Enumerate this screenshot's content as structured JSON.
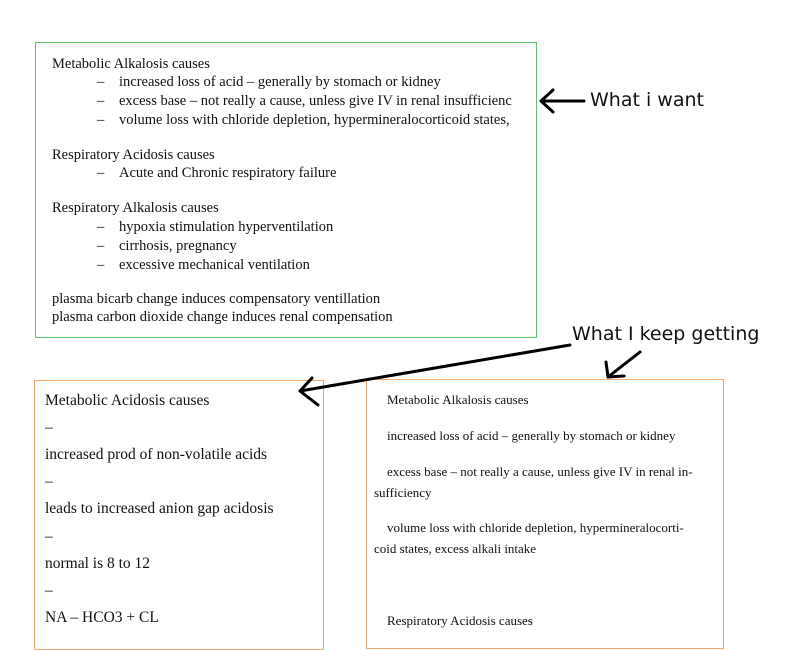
{
  "annotations": {
    "want": "What i want",
    "getting": "What I keep getting"
  },
  "desired": {
    "sections": [
      {
        "heading": "Metabolic Alkalosis causes",
        "items": [
          "increased loss of acid – generally by stomach or kidney",
          "excess base – not really a cause, unless give IV in renal insufficienc",
          "volume loss with chloride depletion, hypermineralocorticoid states,"
        ]
      },
      {
        "heading": "Respiratory Acidosis causes",
        "items": [
          "Acute and Chronic respiratory failure"
        ]
      },
      {
        "heading": "Respiratory Alkalosis causes",
        "items": [
          "hypoxia stimulation hyperventilation",
          "cirrhosis, pregnancy",
          "excessive mechanical ventilation"
        ]
      }
    ],
    "notes": [
      "plasma bicarb change induces compensatory ventillation",
      "plasma carbon dioxide change induces renal compensation"
    ],
    "bullet": "–"
  },
  "result_left": {
    "lines": [
      "Metabolic Acidosis causes",
      "–",
      "increased prod of non-volatile acids",
      "–",
      "leads to increased anion gap acidosis",
      "–",
      "normal is 8 to 12",
      "–",
      "NA – HCO3 + CL"
    ]
  },
  "result_right": {
    "lines": [
      "Metabolic Alkalosis causes",
      "increased loss of acid – generally by stomach or kidney",
      "excess base – not really a cause, unless give IV in renal in-",
      "sufficiency",
      "volume loss with chloride depletion, hypermineralocorti-",
      "coid states, excess alkali intake",
      "Respiratory Acidosis causes"
    ]
  }
}
